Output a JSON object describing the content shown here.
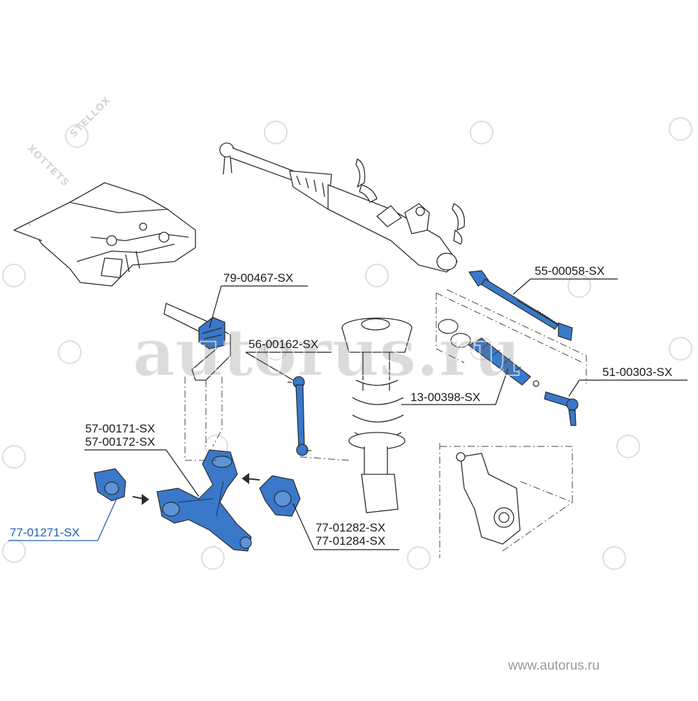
{
  "brand_marks": [
    "STELLOX",
    "XOTTETS"
  ],
  "watermark": "autorus.ru",
  "site_url": "www.autorus.ru",
  "colors": {
    "part_fill": "#3a78c9",
    "part_light": "#5b94d8",
    "outline": "#2b2b2b",
    "highlight_label": "#1f5fb5",
    "label": "#1a1a1a"
  },
  "callouts": {
    "subframe_stab_bushing": "79-00467-SX",
    "inner_tie_rod": "55-00058-SX",
    "stabilizer_link": "56-00162-SX",
    "tie_rod_end": "51-00303-SX",
    "steering_boot": "13-00398-SX",
    "control_arm_a": "57-00171-SX",
    "control_arm_b": "57-00172-SX",
    "front_bushing": "77-01271-SX",
    "rear_bushing_a": "77-01282-SX",
    "rear_bushing_b": "77-01284-SX"
  }
}
